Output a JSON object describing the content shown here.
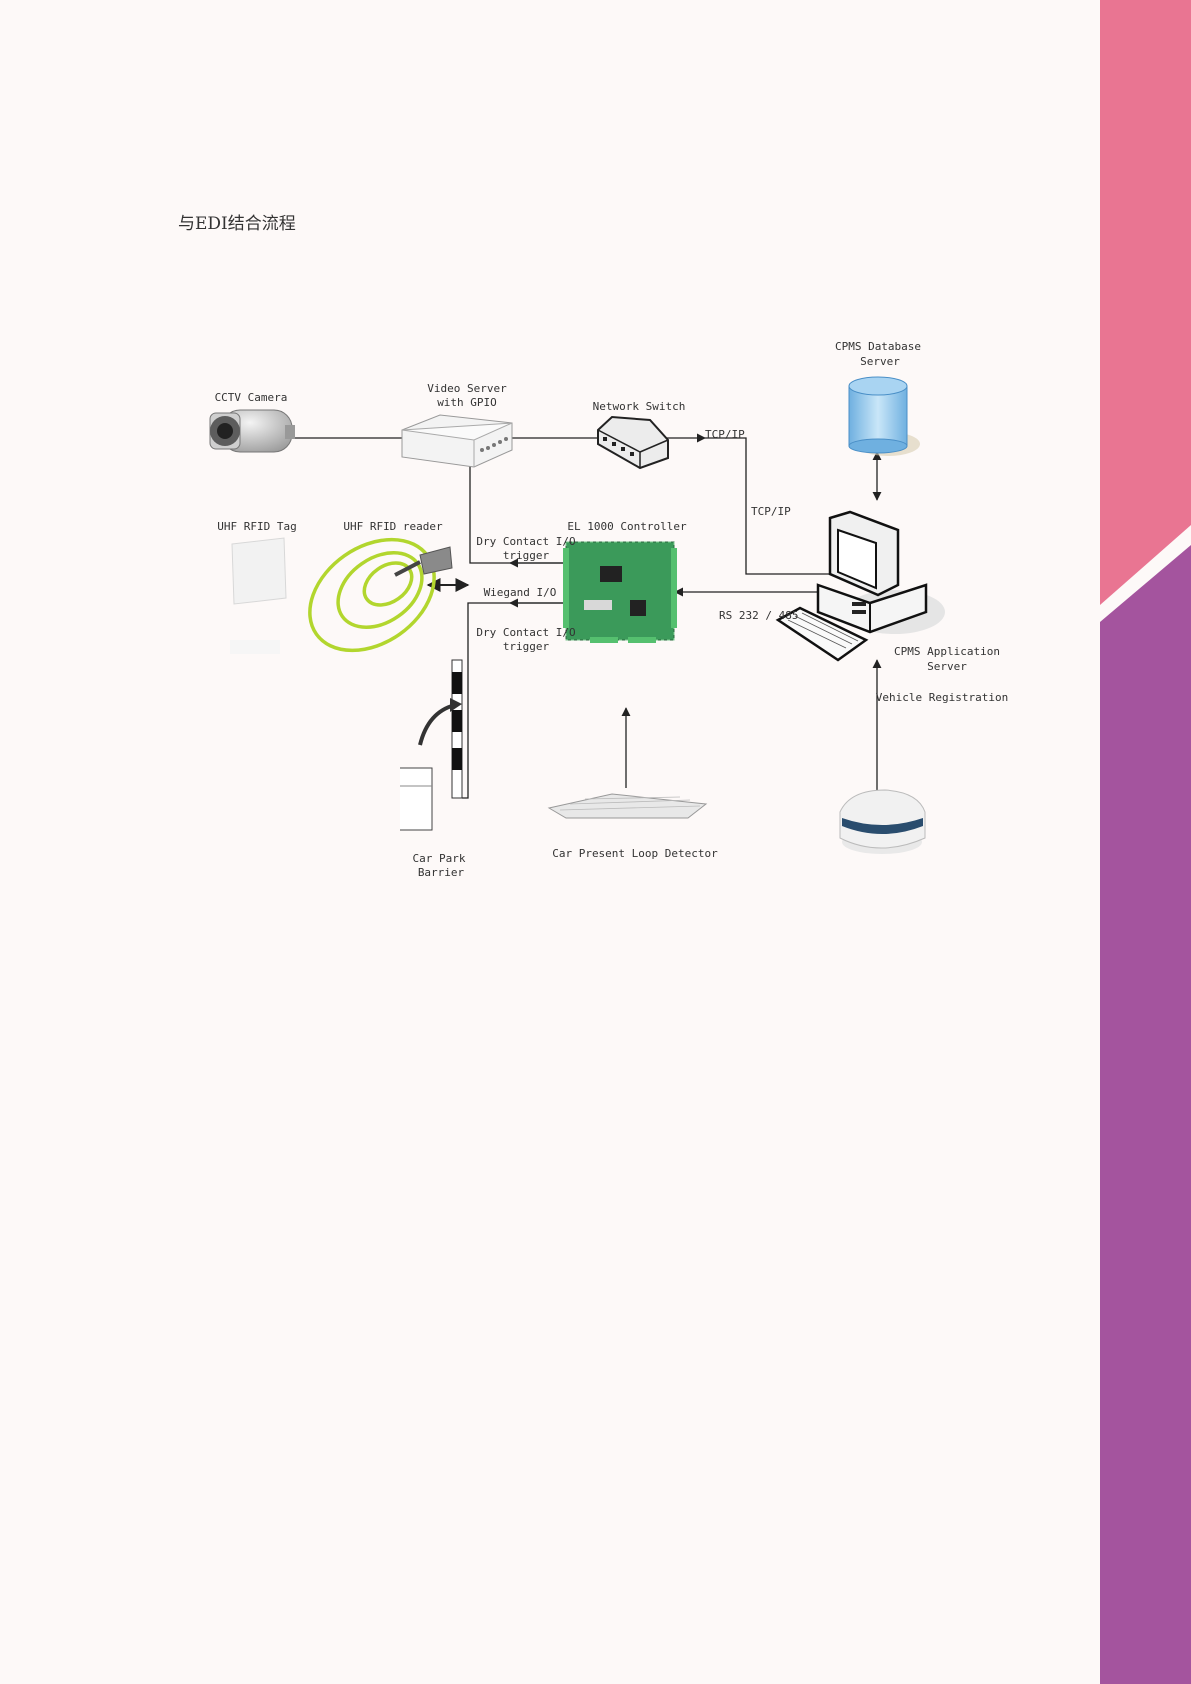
{
  "heading": "与EDI结合流程",
  "colors": {
    "background": "#fdf9f8",
    "side_pink": "#e97592",
    "side_purple": "#a4549e",
    "line": "#222222",
    "rfid_rings": "#b2d62e",
    "db_blue": "#8cc3ea",
    "board_green": "#3b9a5a"
  },
  "labels": {
    "cctv_camera": "CCTV Camera",
    "video_server": [
      "Video Server",
      "with GPIO"
    ],
    "network_switch": "Network Switch",
    "cpms_db": [
      "CPMS Database",
      "Server"
    ],
    "tcpip_1": "TCP/IP",
    "tcpip_2": "TCP/IP",
    "uhf_tag": "UHF RFID Tag",
    "uhf_reader": "UHF RFID reader",
    "controller": "EL 1000 Controller",
    "dry_contact_1": [
      "Dry Contact I/O",
      "trigger"
    ],
    "wiegand": "Wiegand I/O",
    "dry_contact_2": [
      "Dry Contact I/O",
      "trigger"
    ],
    "rs232": "RS 232 / 485",
    "cpms_app": [
      "CPMS Application",
      "Server"
    ],
    "vehicle_registration": "Vehicle Registration",
    "car_park_barrier": [
      "Car Park",
      "Barrier"
    ],
    "loop_detector": "Car Present Loop Detector"
  },
  "icons": [
    "cctv-camera-icon",
    "video-server-icon",
    "network-switch-icon",
    "database-icon",
    "computer-icon",
    "keyboard-icon",
    "rfid-tag-icon",
    "rfid-reader-icon",
    "controller-board-icon",
    "barrier-icon",
    "loop-detector-icon",
    "card-reader-icon"
  ]
}
